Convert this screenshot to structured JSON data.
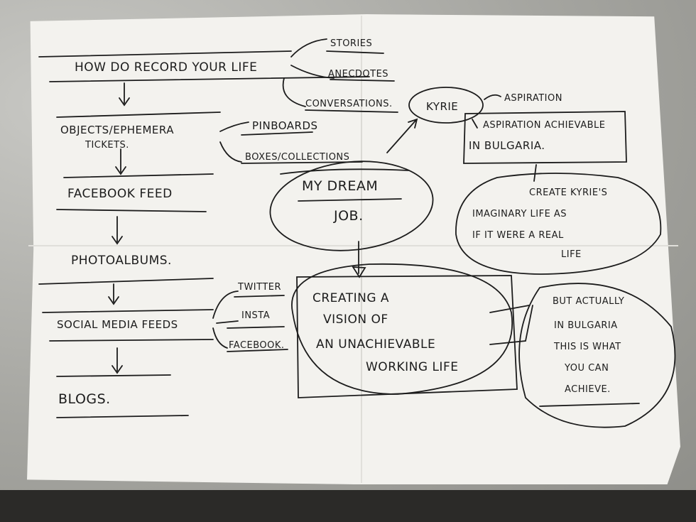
{
  "photo": {
    "subject": "handwritten mind map on folded paper",
    "colors": {
      "paper": "#f3f2ee",
      "ink": "#1c1c1c",
      "background": "#a5a5a0"
    }
  },
  "notes": {
    "title": "HOW DO RECORD YOUR LIFE",
    "branches": [
      "STORIES",
      "ANECDOTES",
      "CONVERSATIONS."
    ],
    "chain": [
      "OBJECTS/EPHEMERA",
      "TICKETS.",
      "FACEBOOK FEED",
      "PHOTOALBUMS.",
      "SOCIAL MEDIA FEEDS",
      "BLOGS."
    ],
    "objects_branches": [
      "PINBOARDS",
      "BOXES/COLLECTIONS"
    ],
    "social_branches": [
      "TWITTER",
      "INSTA",
      "FACEBOOK."
    ],
    "dream_job": [
      "MY DREAM",
      "JOB."
    ],
    "kyrie": "KYRIE",
    "aspiration": "ASPIRATION",
    "aspiration_box": [
      "ASPIRATION ACHIEVABLE",
      "IN BULGARIA."
    ],
    "create_bubble": [
      "CREATE KYRIE'S",
      "IMAGINARY LIFE AS",
      "IF IT WERE A REAL",
      "LIFE"
    ],
    "vision_box": [
      "CREATING A",
      "VISION OF",
      "AN UNACHIEVABLE",
      "WORKING LIFE"
    ],
    "actually_bubble": [
      "BUT ACTUALLY",
      "IN BULGARIA",
      "THIS IS WHAT",
      "YOU CAN",
      "ACHIEVE."
    ]
  }
}
